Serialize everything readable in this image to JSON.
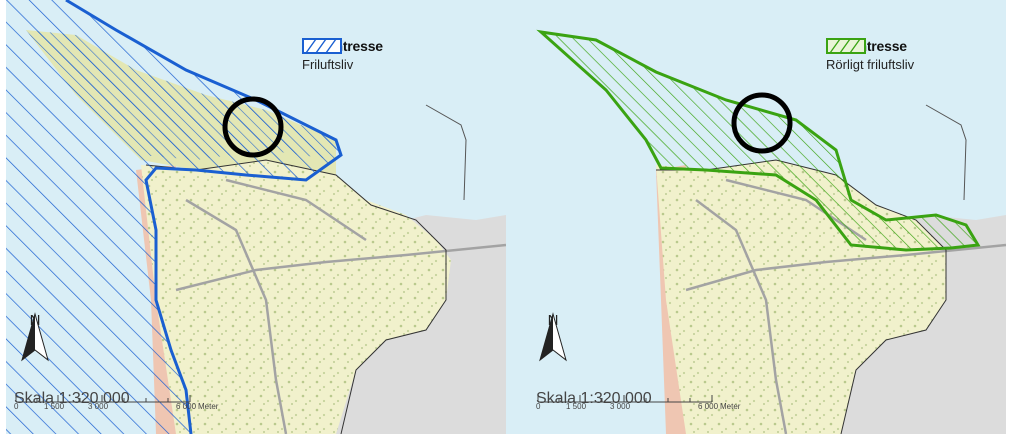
{
  "panels": [
    {
      "legend_title": "Riksintresse",
      "legend_label": "Friluftsliv",
      "legend_color": "#1a5fd1"
    },
    {
      "legend_title": "Riksintresse",
      "legend_label": "Rörligt friluftsliv",
      "legend_color": "#3aa312"
    }
  ],
  "north_label": "N",
  "scale_text": "Skala 1:320 000",
  "scale_ticks": [
    "0",
    "1 500",
    "3 000",
    "6 000"
  ],
  "scale_unit": "Meter",
  "colors": {
    "sea": "#d9eef6",
    "land": "#f1f1cc",
    "urban": "#efc6b2",
    "outside_land": "#dcdcdc",
    "highlight_circle": "#000000"
  }
}
